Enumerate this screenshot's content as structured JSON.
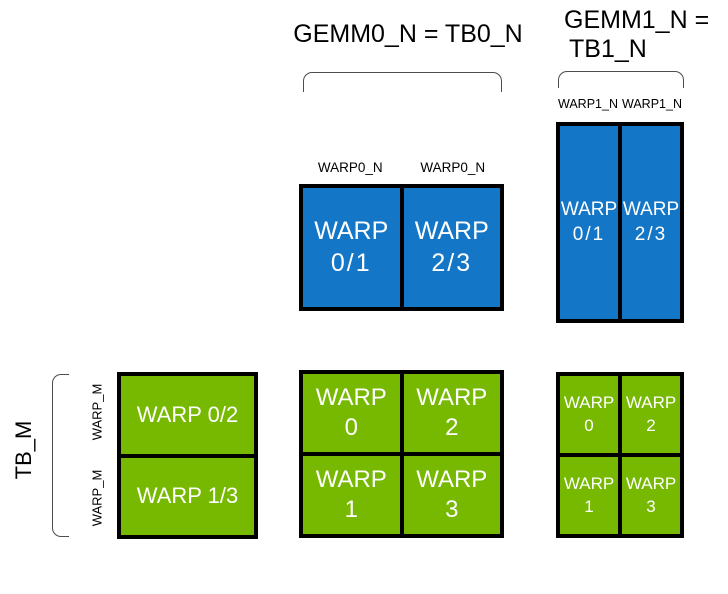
{
  "titles": {
    "gemm0": "GEMM0_N = TB0_N",
    "gemm1_line1": "GEMM1_N =",
    "gemm1_line2": "TB1_N"
  },
  "column_labels": {
    "warp0_n": [
      "WARP0_N",
      "WARP0_N"
    ],
    "warp1_n": [
      "WARP1_N",
      "WARP1_N"
    ]
  },
  "side_labels": {
    "tb_m": "TB_M",
    "warp_m": [
      "WARP_M",
      "WARP_M"
    ]
  },
  "grids": {
    "blue_wide": {
      "cells": [
        {
          "line1": "WARP",
          "line2": "0/1"
        },
        {
          "line1": "WARP",
          "line2": "2/3"
        }
      ]
    },
    "blue_tall": {
      "cells": [
        {
          "line1": "WARP",
          "line2": "0/1"
        },
        {
          "line1": "WARP",
          "line2": "2/3"
        }
      ]
    },
    "green_left": {
      "cells": [
        {
          "label": "WARP 0/2"
        },
        {
          "label": "WARP 1/3"
        }
      ]
    },
    "green_center": {
      "cells": [
        {
          "line1": "WARP",
          "line2": "0"
        },
        {
          "line1": "WARP",
          "line2": "2"
        },
        {
          "line1": "WARP",
          "line2": "1"
        },
        {
          "line1": "WARP",
          "line2": "3"
        }
      ]
    },
    "green_right": {
      "cells": [
        {
          "line1": "WARP",
          "line2": "0"
        },
        {
          "line1": "WARP",
          "line2": "2"
        },
        {
          "line1": "WARP",
          "line2": "1"
        },
        {
          "line1": "WARP",
          "line2": "3"
        }
      ]
    }
  },
  "colors": {
    "blue": "#1476C6",
    "green": "#76B900",
    "border": "#000000",
    "bracket": "#4d4d4d",
    "text-dark": "#000000",
    "text-light": "#ffffff",
    "bg": "#ffffff"
  }
}
